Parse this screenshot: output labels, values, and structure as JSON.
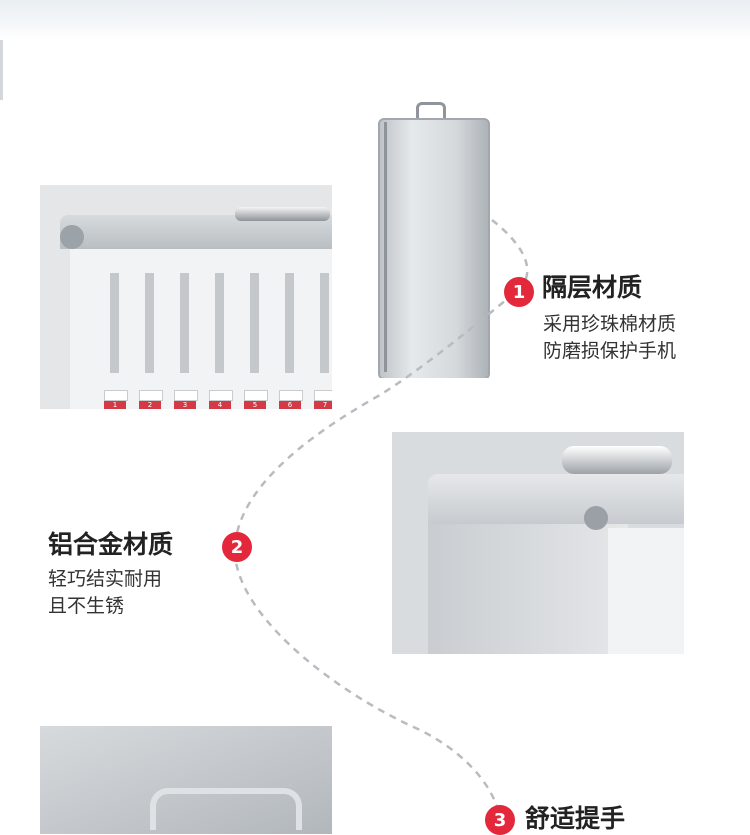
{
  "features": [
    {
      "number": "1",
      "title": "隔层材质",
      "lines": [
        "采用珍珠棉材质",
        "防磨损保护手机"
      ]
    },
    {
      "number": "2",
      "title": "铝合金材质",
      "lines": [
        "轻巧结实耐用",
        "且不生锈"
      ]
    },
    {
      "number": "3",
      "title": "舒适提手",
      "lines": []
    }
  ],
  "slot_numbers": [
    "1",
    "2",
    "3",
    "4",
    "5",
    "6",
    "7"
  ],
  "colors": {
    "accent": "#e4283c",
    "dashed_line": "#b8bcc0"
  }
}
